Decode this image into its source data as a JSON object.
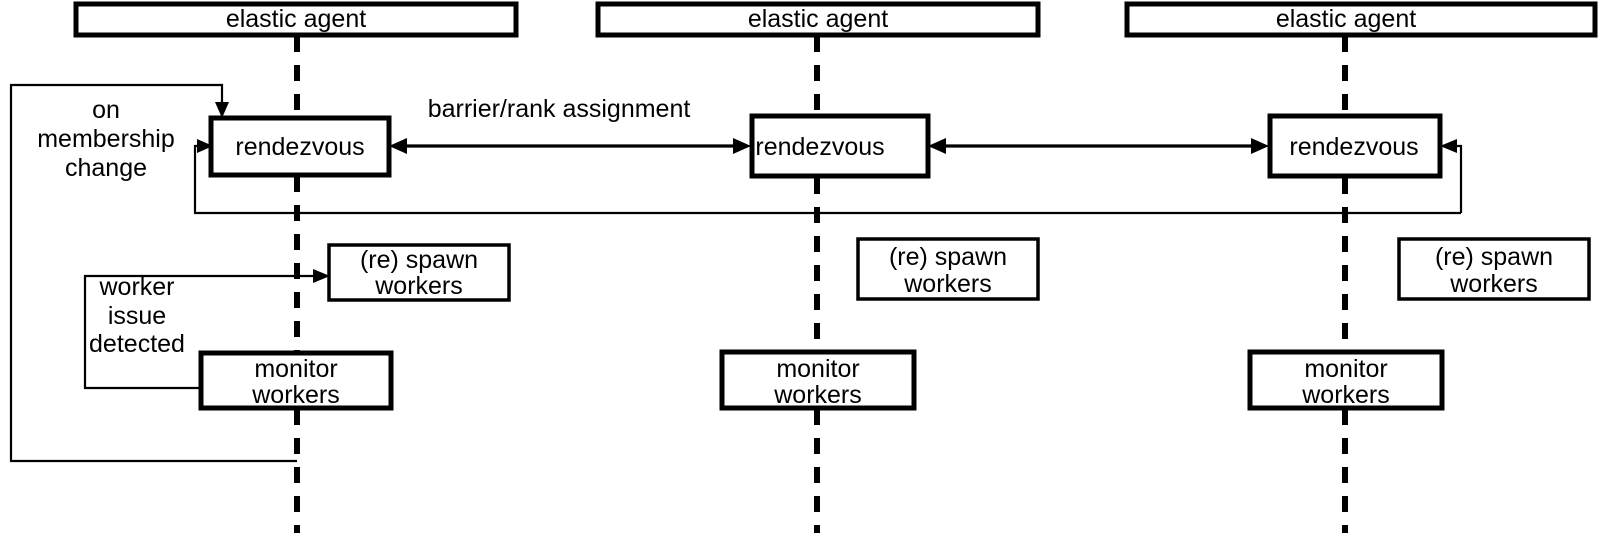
{
  "diagram": {
    "title": "elastic agent rendezvous sequence diagram",
    "background_color": "#ffffff",
    "stroke_color": "#000000",
    "columns": [
      {
        "id": "agent-1",
        "header_label": "elastic agent",
        "rendezvous_label": "rendezvous",
        "spawn_label_line1": "(re) spawn",
        "spawn_label_line2": "workers",
        "monitor_label_line1": "monitor",
        "monitor_label_line2": "workers"
      },
      {
        "id": "agent-2",
        "header_label": "elastic agent",
        "rendezvous_label": "rendezvous",
        "spawn_label_line1": "(re) spawn",
        "spawn_label_line2": "workers",
        "monitor_label_line1": "monitor",
        "monitor_label_line2": "workers"
      },
      {
        "id": "agent-3",
        "header_label": "elastic agent",
        "rendezvous_label": "rendezvous",
        "spawn_label_line1": "(re) spawn",
        "spawn_label_line2": "workers",
        "monitor_label_line1": "monitor",
        "monitor_label_line2": "workers"
      }
    ],
    "annotations": {
      "membership_line1": "on",
      "membership_line2": "membership",
      "membership_line3": "change",
      "barrier_label": "barrier/rank assignment",
      "worker_issue_line1": "worker",
      "worker_issue_line2": "issue",
      "worker_issue_line3": "detected"
    }
  }
}
